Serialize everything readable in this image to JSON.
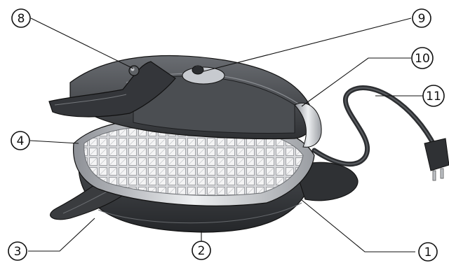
{
  "figure": {
    "subject": "waffle-maker-parts-diagram",
    "callouts": [
      {
        "id": "1",
        "label": "1"
      },
      {
        "id": "2",
        "label": "2"
      },
      {
        "id": "3",
        "label": "3"
      },
      {
        "id": "4",
        "label": "4"
      },
      {
        "id": "8",
        "label": "8"
      },
      {
        "id": "9",
        "label": "9"
      },
      {
        "id": "10",
        "label": "10"
      },
      {
        "id": "11",
        "label": "11"
      }
    ]
  },
  "colors": {
    "body_dark": "#3b3d40",
    "body_mid": "#55585c",
    "chrome": "#c9ccd0",
    "plate": "#e6e7e9",
    "outline": "#111111"
  }
}
